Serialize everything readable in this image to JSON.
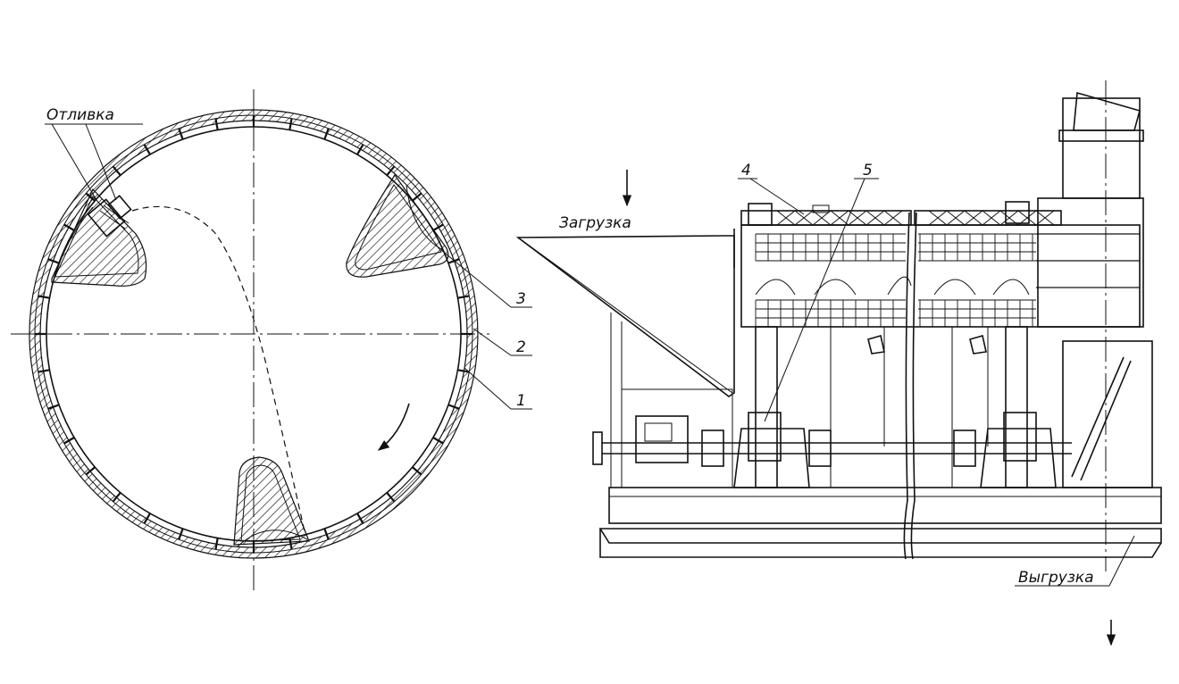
{
  "labels": {
    "casting": "Отливка",
    "loading": "Загрузка",
    "unloading": "Выгрузка"
  },
  "callouts": {
    "n1": "1",
    "n2": "2",
    "n3": "3",
    "n4": "4",
    "n5": "5"
  },
  "colors": {
    "ink": "#111111",
    "paper": "#ffffff"
  }
}
